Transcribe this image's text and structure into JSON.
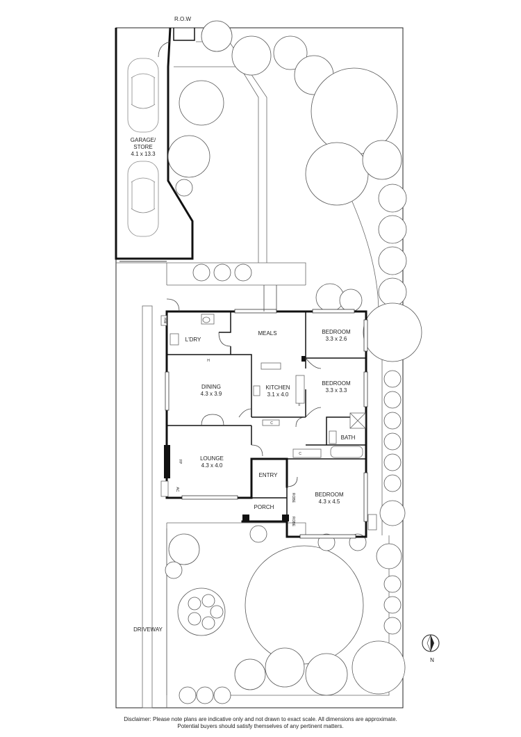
{
  "labels": {
    "row": "R.O.W",
    "garage_name": "GARAGE/",
    "garage_name2": "STORE",
    "garage_dims": "4.1 x 13.3",
    "laundry": "L'DRY",
    "meals": "MEALS",
    "dining": "DINING",
    "dining_dims": "4.3 x 3.9",
    "kitchen": "KITCHEN",
    "kitchen_dims": "3.1 x 4.0",
    "bed1": "BEDROOM",
    "bed1_dims": "3.3 x 2.6",
    "bed2": "BEDROOM",
    "bed2_dims": "3.3 x 3.3",
    "bath": "BATH",
    "lounge": "LOUNGE",
    "lounge_dims": "4.3 x 4.0",
    "entry": "ENTRY",
    "bed3": "BEDROOM",
    "bed3_dims": "4.3 x 4.5",
    "porch": "PORCH",
    "robe1": "ROBE",
    "robe2": "ROBE",
    "driveway": "DRIVEWAY",
    "north": "N",
    "hw": "HW",
    "fp": "FP",
    "ac": "AC",
    "h": "H",
    "c1": "C",
    "c2": "C",
    "f": "F"
  },
  "disclaimer": {
    "line1": "Disclaimer: Please note plans are indicative only and not drawn to exact scale. All dimensions are approximate.",
    "line2": "Potential buyers should satisfy themselves of any pertinent matters."
  }
}
